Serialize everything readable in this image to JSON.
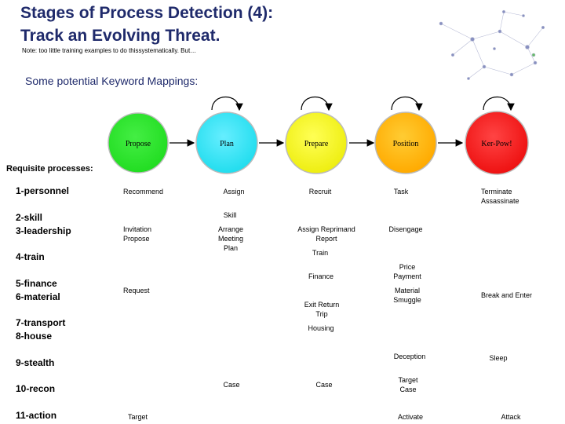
{
  "title_line1": "Stages of Process Detection (4):",
  "title_line2": "Track an Evolving Threat.",
  "note": "Note: too little training examples to do thissystematically. But…",
  "subtitle": "Some potential Keyword Mappings:",
  "requisite_label": "Requisite processes:",
  "stages": [
    {
      "label": "Propose",
      "color": "#22dd22",
      "self_loop": false
    },
    {
      "label": "Plan",
      "color": "#33ddee",
      "self_loop": true
    },
    {
      "label": "Prepare",
      "color": "#eeee22",
      "self_loop": true
    },
    {
      "label": "Position",
      "color": "#ffbb00",
      "self_loop": true
    },
    {
      "label": "Ker-Pow!",
      "color": "#ee2222",
      "self_loop": true
    }
  ],
  "processes": [
    {
      "l1": "1-personnel",
      "l2": ""
    },
    {
      "l1": "2-skill",
      "l2": "3-leadership"
    },
    {
      "l1": "4-train",
      "l2": ""
    },
    {
      "l1": "5-finance",
      "l2": "6-material"
    },
    {
      "l1": "7-transport",
      "l2": "8-house"
    },
    {
      "l1": "9-stealth",
      "l2": ""
    },
    {
      "l1": "10-recon",
      "l2": ""
    },
    {
      "l1": "11-action",
      "l2": ""
    }
  ],
  "cells": {
    "recommend": "Recommend",
    "assign": "Assign",
    "recruit": "Recruit",
    "task": "Task",
    "terminate_l1": "Terminate",
    "terminate_l2": "Assassinate",
    "skill": "Skill",
    "invitation_l1": "Invitation",
    "invitation_l2": "Propose",
    "arrange_l1": "Arrange",
    "arrange_l2": "Meeting",
    "arrange_l3": "Plan",
    "assign_reprimand_l1": "Assign   Reprimand",
    "assign_reprimand_l2": "Report",
    "disengage": "Disengage",
    "train": "Train",
    "finance": "Finance",
    "price_l1": "Price",
    "price_l2": "Payment",
    "request": "Request",
    "material_l1": "Material",
    "material_l2": "Smuggle",
    "break_enter": "Break and Enter",
    "exit_return_l1": "Exit  Return",
    "exit_return_l2": "Trip",
    "housing": "Housing",
    "deception": "Deception",
    "sleep": "Sleep",
    "case_plan": "Case",
    "case_prepare": "Case",
    "target_case_l1": "Target",
    "target_case_l2": "Case",
    "target": "Target",
    "activate": "Activate",
    "attack": "Attack"
  }
}
